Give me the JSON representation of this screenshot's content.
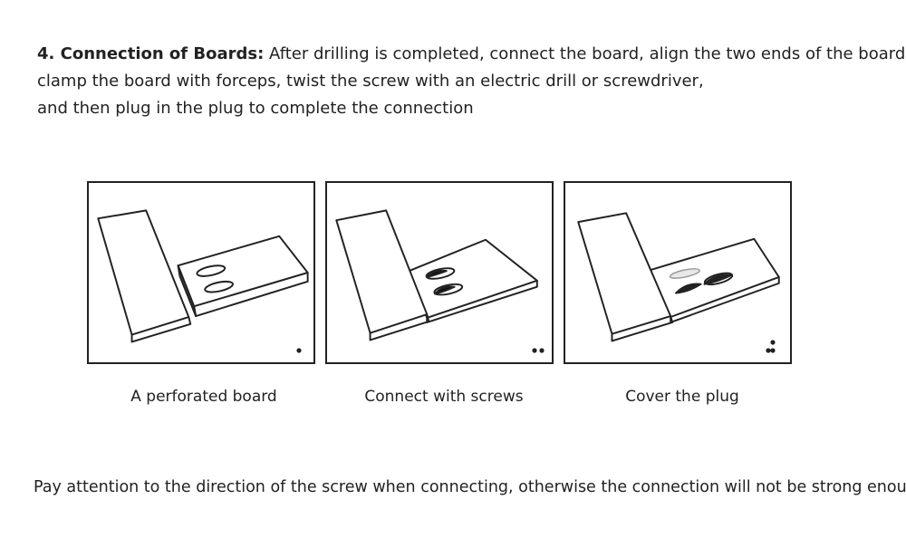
{
  "intro": {
    "heading": "4. Connection of Boards:",
    "line1_text": " After drilling is completed, connect the board, align the two ends of the board,",
    "line2": "clamp the board with forceps, twist the screw with an electric drill or screwdriver,",
    "line3": "and then plug in the plug to complete the connection"
  },
  "steps": [
    {
      "caption": "A perforated board",
      "step_mark": 1
    },
    {
      "caption": "Connect with screws",
      "step_mark": 2
    },
    {
      "caption": "Cover the plug",
      "step_mark": 3
    }
  ],
  "note": "Pay attention to the direction of the screw when connecting, otherwise the connection will not be strong enough",
  "colors": {
    "text": "#222222",
    "line": "#222222",
    "background": "#ffffff"
  }
}
